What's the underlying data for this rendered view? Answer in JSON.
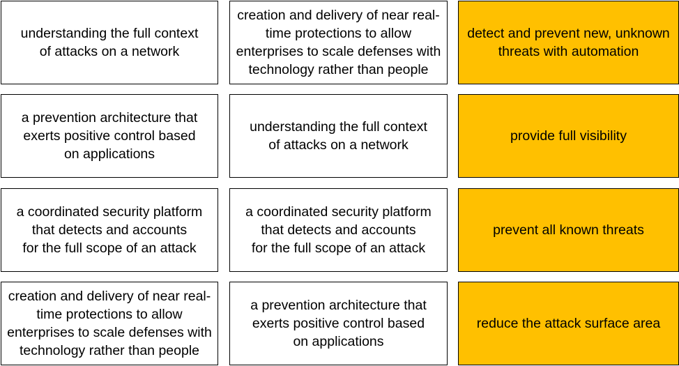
{
  "colors": {
    "target_fill": "#ffc000",
    "box_fill": "#ffffff",
    "border": "#000000"
  },
  "column1": {
    "items": [
      "understanding the full context\nof attacks on a network",
      "a prevention architecture that\nexerts positive control based\non applications",
      "a coordinated security platform\nthat detects and accounts\nfor the full scope of an attack",
      "creation and delivery of near real-\ntime protections to allow\nenterprises to scale defenses with\ntechnology rather than people"
    ]
  },
  "column2": {
    "items": [
      "creation and delivery of near real-\ntime protections to allow\nenterprises to scale defenses with\ntechnology rather than people",
      "understanding the full context\nof attacks on a network",
      "a coordinated security platform\nthat detects and accounts\nfor the full scope of an attack",
      "a prevention architecture that\nexerts positive control based\non applications"
    ]
  },
  "targets": {
    "items": [
      "detect and prevent new, unknown\nthreats with automation",
      "provide full visibility",
      "prevent all known threats",
      "reduce the attack surface area"
    ]
  }
}
